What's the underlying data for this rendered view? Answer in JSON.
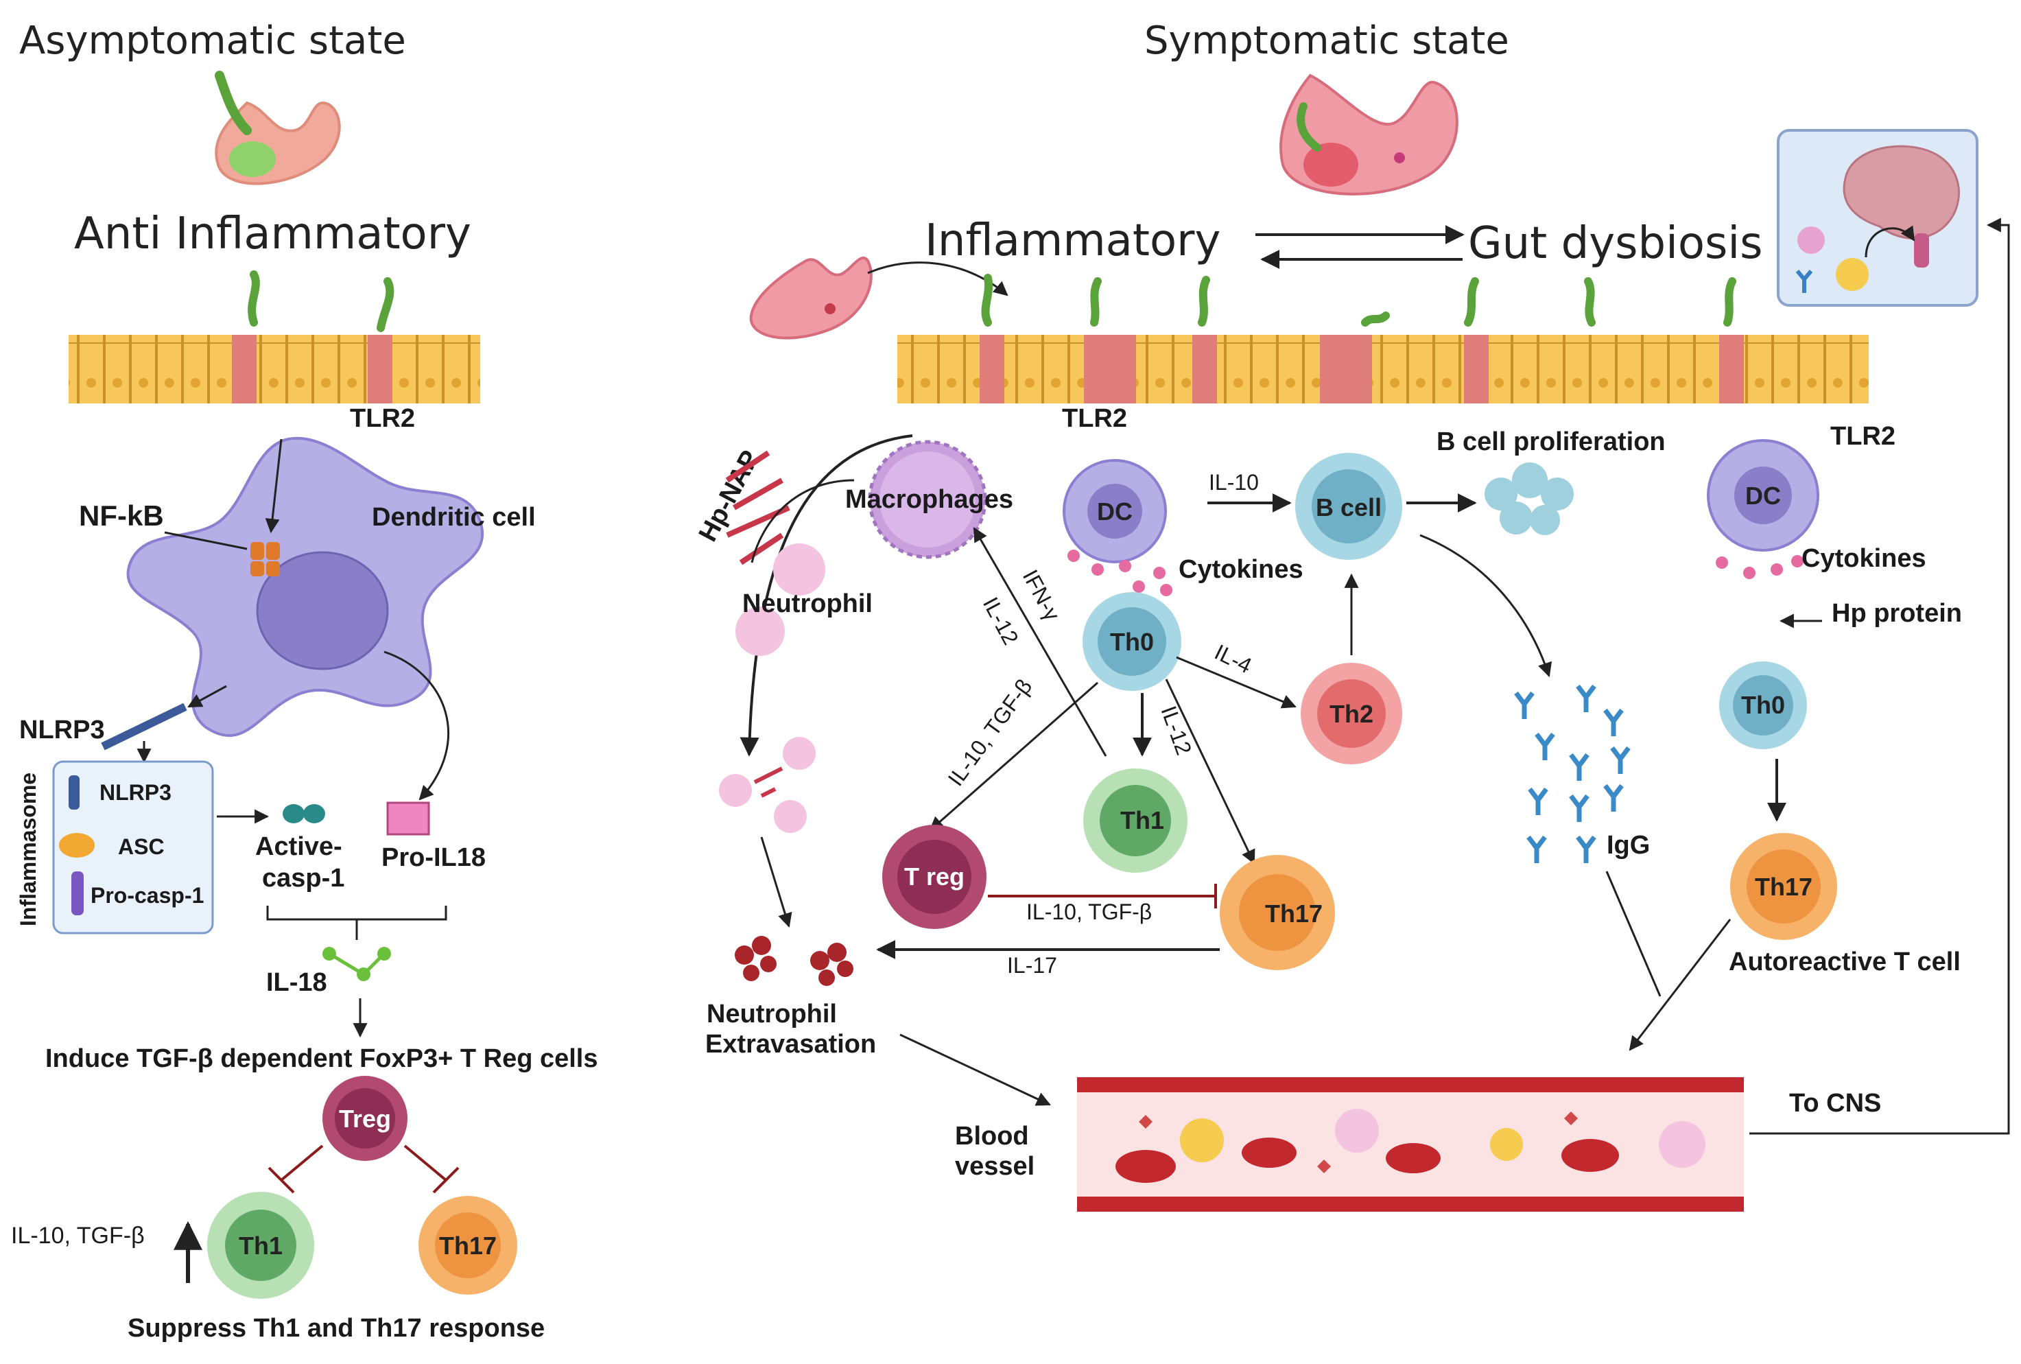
{
  "left": {
    "header": "Asymptomatic state",
    "subheader": "Anti Inflammatory",
    "tlr2": "TLR2",
    "nfkb": "NF-kB",
    "dendritic": "Dendritic cell",
    "nlrp3": "NLRP3",
    "inflammasome": "Inflammasome",
    "legend_nlrp3": "NLRP3",
    "legend_asc": "ASC",
    "legend_procasp": "Pro-casp-1",
    "active1": "Active-",
    "active2": "casp-1",
    "proil18": "Pro-IL18",
    "il18": "IL-18",
    "induce": "Induce TGF-β dependent FoxP3+ T Reg cells",
    "treg": "Treg",
    "th1": "Th1",
    "th17": "Th17",
    "il10": "IL-10, TGF-β",
    "suppress": "Suppress Th1 and Th17 response"
  },
  "right": {
    "header": "Symptomatic state",
    "inflammatory": "Inflammatory",
    "dysbiosis": "Gut dysbiosis",
    "hpnap": "Hp-NAP",
    "macrophages": "Macrophages",
    "neutrophil": "Neutrophil",
    "tlr2a": "TLR2",
    "dc": "DC",
    "cytokines": "Cytokines",
    "il10": "IL-10",
    "bcell": "B cell",
    "bprolif": "B cell proliferation",
    "ifng": "IFN-γ",
    "il12a": "IL-12",
    "th0": "Th0",
    "il4": "IL-4",
    "th2": "Th2",
    "il10tgf": "IL-10, TGF-β",
    "il12b": "IL-12",
    "th1": "Th1",
    "treg": "T reg",
    "il10tgf2": "IL-10, TGF-β",
    "th17": "Th17",
    "il17": "IL-17",
    "neutex1": "Neutrophil",
    "neutex2": "Extravasation",
    "igg": "IgG",
    "tlr2b": "TLR2",
    "dc2": "DC",
    "cytokines2": "Cytokines",
    "hpprotein": "Hp protein",
    "th0b": "Th0",
    "th17b": "Th17",
    "autoreactive": "Autoreactive T cell",
    "blood1": "Blood",
    "blood2": "vessel",
    "tocns": "To CNS"
  }
}
